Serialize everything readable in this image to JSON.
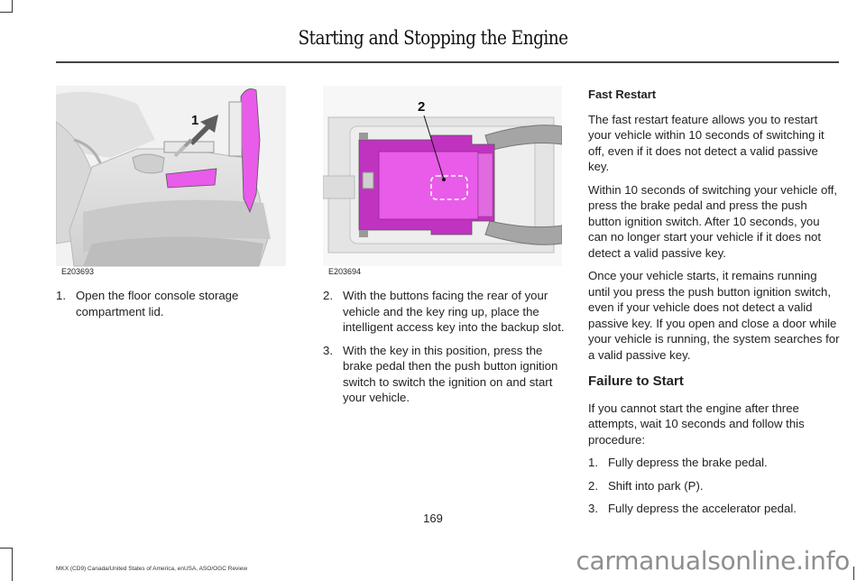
{
  "header": {
    "title": "Starting and Stopping the Engine"
  },
  "figures": [
    {
      "id": "E203693",
      "callout": "1",
      "description": "Floor console storage compartment with lid opened upward",
      "highlight_color": "#e95be9"
    },
    {
      "id": "E203694",
      "callout": "2",
      "description": "Top view of storage compartment with backup key slot outlined",
      "highlight_color": "#e95be9"
    }
  ],
  "column1": {
    "steps": [
      {
        "num": "1.",
        "text": "Open the floor console storage compartment lid."
      }
    ]
  },
  "column2": {
    "steps": [
      {
        "num": "2.",
        "text": "With the buttons facing the rear of your vehicle and the key ring up, place the intelligent access key into the backup slot."
      },
      {
        "num": "3.",
        "text": "With the key in this position, press the brake pedal then the push button ignition switch to switch the ignition on and start your vehicle."
      }
    ]
  },
  "column3": {
    "fast_restart": {
      "heading": "Fast Restart",
      "paragraphs": [
        "The fast restart feature allows you to restart your vehicle within 10 seconds of switching it off, even if it does not detect a valid passive key.",
        "Within 10 seconds of switching your vehicle off, press the brake pedal and press the push button ignition switch.  After 10 seconds, you can no longer start your vehicle if it does not detect a valid passive key.",
        "Once your vehicle starts, it remains running until you press the push button ignition switch, even if your vehicle does not detect a valid passive key.  If you open and close a door while your vehicle is running, the system searches for a valid passive key."
      ]
    },
    "failure": {
      "heading": "Failure to Start",
      "intro": "If you cannot start the engine after three attempts, wait 10 seconds and follow this procedure:",
      "steps": [
        {
          "num": "1.",
          "text": "Fully depress the brake pedal."
        },
        {
          "num": "2.",
          "text": "Shift into park (P)."
        },
        {
          "num": "3.",
          "text": "Fully depress the accelerator pedal."
        }
      ]
    }
  },
  "footer": {
    "page_number": "169",
    "document_info": "MKX (CD9) Canada/United States of America, enUSA, ASO/OGC Review",
    "watermark": "carmanualsonline.info"
  }
}
